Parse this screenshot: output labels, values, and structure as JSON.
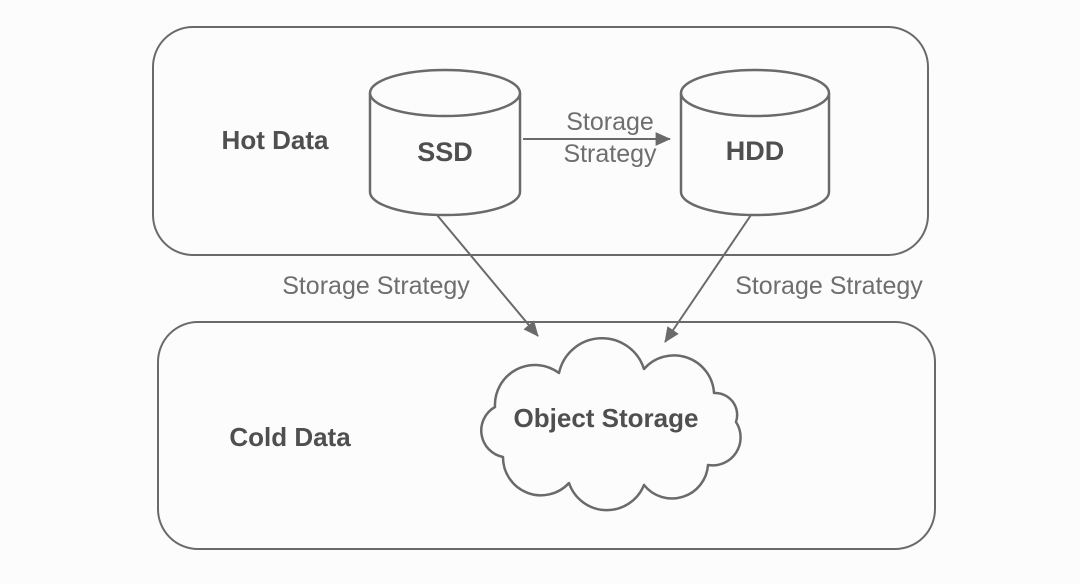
{
  "colors": {
    "background": "#fcfcfc",
    "outline": "#6a6a6a",
    "node_label": "#4f4f4f",
    "edge_label": "#6e6e6e"
  },
  "zones": {
    "hot": {
      "label": "Hot Data"
    },
    "cold": {
      "label": "Cold Data"
    }
  },
  "nodes": {
    "ssd": {
      "label": "SSD",
      "shape": "cylinder",
      "zone": "Hot Data"
    },
    "hdd": {
      "label": "HDD",
      "shape": "cylinder",
      "zone": "Hot Data"
    },
    "object_storage": {
      "label": "Object Storage",
      "shape": "cloud",
      "zone": "Cold Data"
    }
  },
  "edges": {
    "ssd_to_hdd": {
      "from": "SSD",
      "to": "HDD",
      "label": "Storage Strategy",
      "label_line1": "Storage",
      "label_line2": "Strategy"
    },
    "ssd_to_object_storage": {
      "from": "SSD",
      "to": "Object Storage",
      "label": "Storage Strategy"
    },
    "hdd_to_object_storage": {
      "from": "HDD",
      "to": "Object Storage",
      "label": "Storage Strategy"
    }
  }
}
